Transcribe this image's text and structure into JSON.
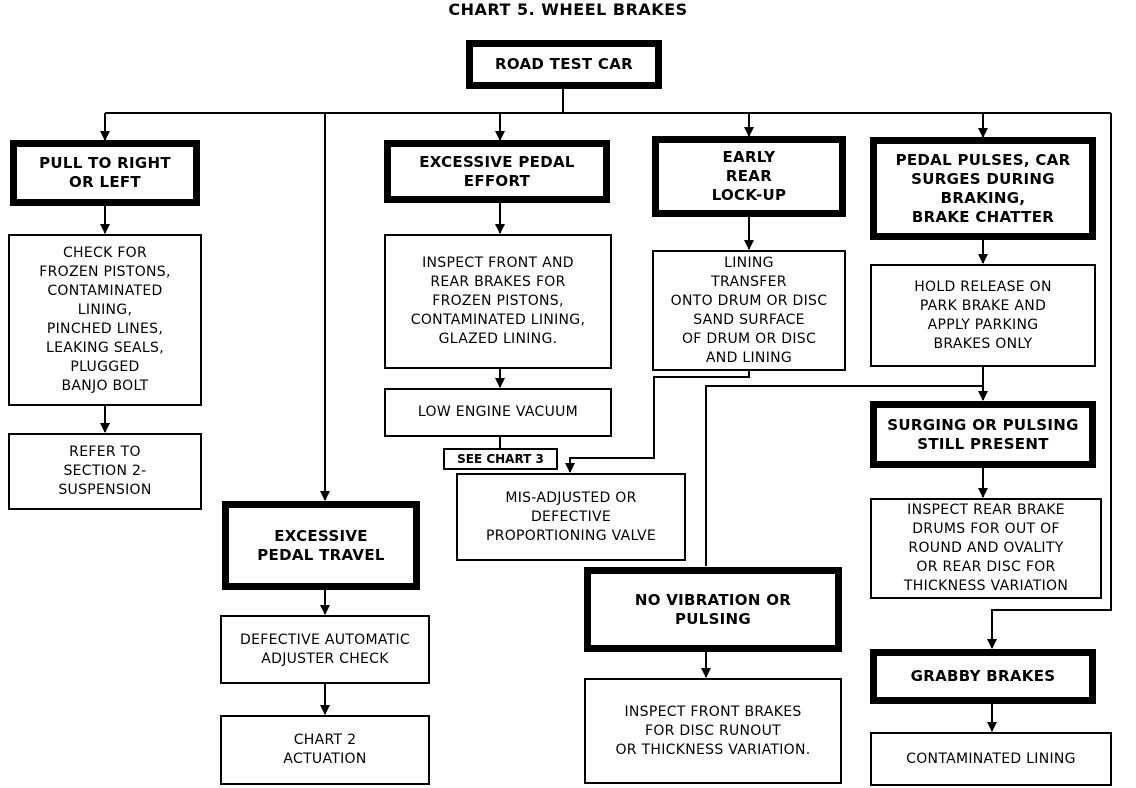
{
  "title": "CHART 5.  WHEEL  BRAKES",
  "nodes": {
    "road_test": "ROAD TEST CAR",
    "pull": "PULL TO RIGHT\nOR LEFT",
    "check_frozen": "CHECK FOR\nFROZEN PISTONS,\nCONTAMINATED\nLINING,\nPINCHED LINES,\nLEAKING SEALS,\nPLUGGED\nBANJO BOLT",
    "refer_section": "REFER TO\nSECTION 2-\nSUSPENSION",
    "pedal_effort": "EXCESSIVE PEDAL\nEFFORT",
    "inspect_front_rear": "INSPECT FRONT AND\nREAR BRAKES FOR\nFROZEN PISTONS,\nCONTAMINATED LINING,\nGLAZED LINING.",
    "low_vacuum": "LOW ENGINE VACUUM",
    "see_chart3": "SEE CHART 3",
    "misadjusted": "MIS-ADJUSTED OR\nDEFECTIVE\nPROPORTIONING VALVE",
    "early_lockup": "EARLY\nREAR\nLOCK-UP",
    "lining_transfer": "LINING\nTRANSFER\nONTO DRUM OR DISC\nSAND SURFACE\nOF DRUM OR DISC\nAND LINING",
    "pedal_pulses": "PEDAL PULSES, CAR\nSURGES DURING\nBRAKING,\nBRAKE CHATTER",
    "hold_release": "HOLD RELEASE ON\nPARK BRAKE AND\nAPPLY PARKING\nBRAKES ONLY",
    "surging": "SURGING OR PULSING\nSTILL PRESENT",
    "inspect_rear": "INSPECT REAR BRAKE\nDRUMS FOR OUT OF\nROUND AND OVALITY\nOR REAR DISC FOR\nTHICKNESS VARIATION",
    "pedal_travel": "EXCESSIVE\nPEDAL TRAVEL",
    "defective_adjuster": "DEFECTIVE AUTOMATIC\nADJUSTER CHECK",
    "chart2": "CHART 2\nACTUATION",
    "no_vibration": "NO VIBRATION OR\nPULSING",
    "inspect_front": "INSPECT FRONT BRAKES\nFOR DISC RUNOUT\nOR THICKNESS VARIATION.",
    "grabby": "GRABBY BRAKES",
    "contaminated": "CONTAMINATED LINING"
  }
}
